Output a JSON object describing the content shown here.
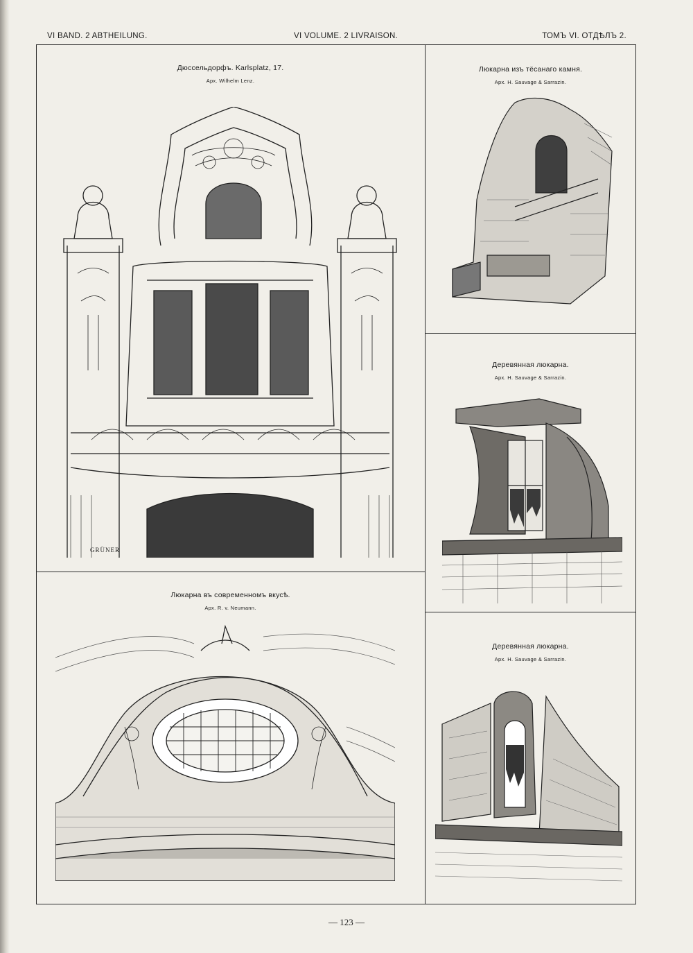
{
  "header": {
    "left": "VI BAND. 2 ABTHEILUNG.",
    "center": "VI VOLUME. 2 LIVRAISON.",
    "right": "ТОМЪ VI. ОТДѢЛЪ 2."
  },
  "plates": [
    {
      "title": "Дюссельдорфъ. Karlsplatz, 17.",
      "subtitle": "Арх. Wilhelm Lenz."
    },
    {
      "title": "Люкарна изъ тёсанаго камня.",
      "subtitle": "Арх. H. Sauvage & Sarrazin."
    },
    {
      "title": "Деревянная люкарна.",
      "subtitle": "Арх. H. Sauvage & Sarrazin."
    },
    {
      "title": "Люкарна въ современномъ вкусѣ.",
      "subtitle": "Арх. R. v. Neumann."
    },
    {
      "title": "Деревянная люкарна.",
      "subtitle": "Арх. H. Sauvage & Sarrazin."
    }
  ],
  "signature": "GRÜNER",
  "folio": "— 123 —",
  "colors": {
    "paper": "#f1efe9",
    "ink": "#1c1c1c"
  }
}
